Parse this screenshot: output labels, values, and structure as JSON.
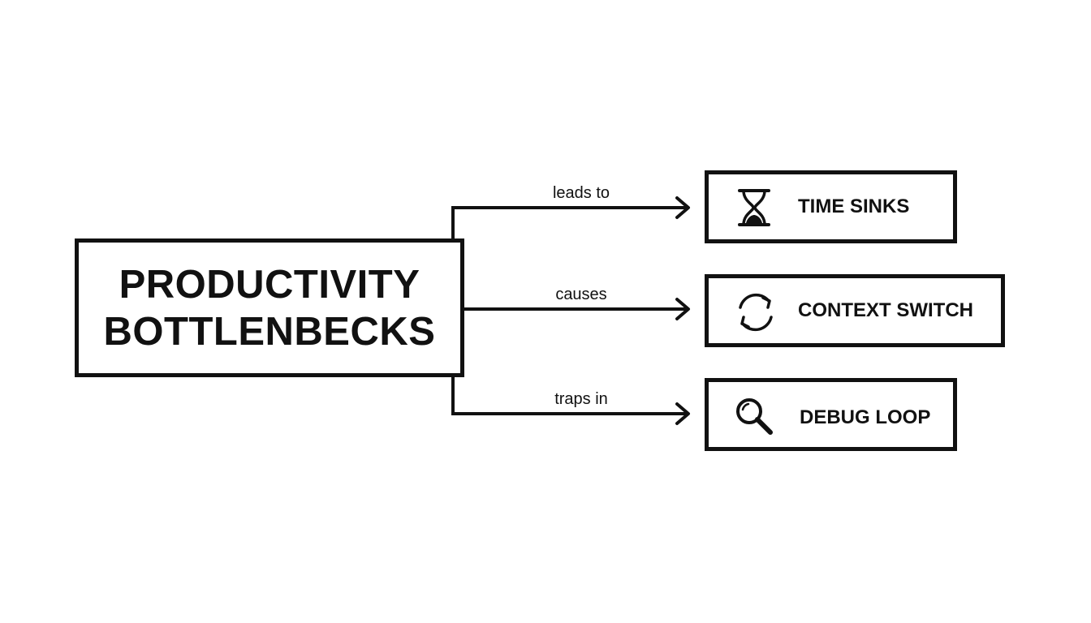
{
  "diagram": {
    "central_node": {
      "lines": [
        "PRODUCTIVITY",
        "BOTTLENBECKS"
      ]
    },
    "edges": [
      {
        "label": "leads to",
        "target": "TIME SINKS"
      },
      {
        "label": "causes",
        "target": "CONTEXT SWITCH"
      },
      {
        "label": "traps in",
        "target": "DEBUG LOOP"
      }
    ],
    "nodes": [
      {
        "label": "TIME SINKS",
        "icon": "hourglass-icon"
      },
      {
        "label": "CONTEXT SWITCH",
        "icon": "refresh-cycle-icon"
      },
      {
        "label": "DEBUG LOOP",
        "icon": "magnifier-icon"
      }
    ],
    "colors": {
      "stroke": "#111111",
      "background": "#ffffff"
    }
  }
}
